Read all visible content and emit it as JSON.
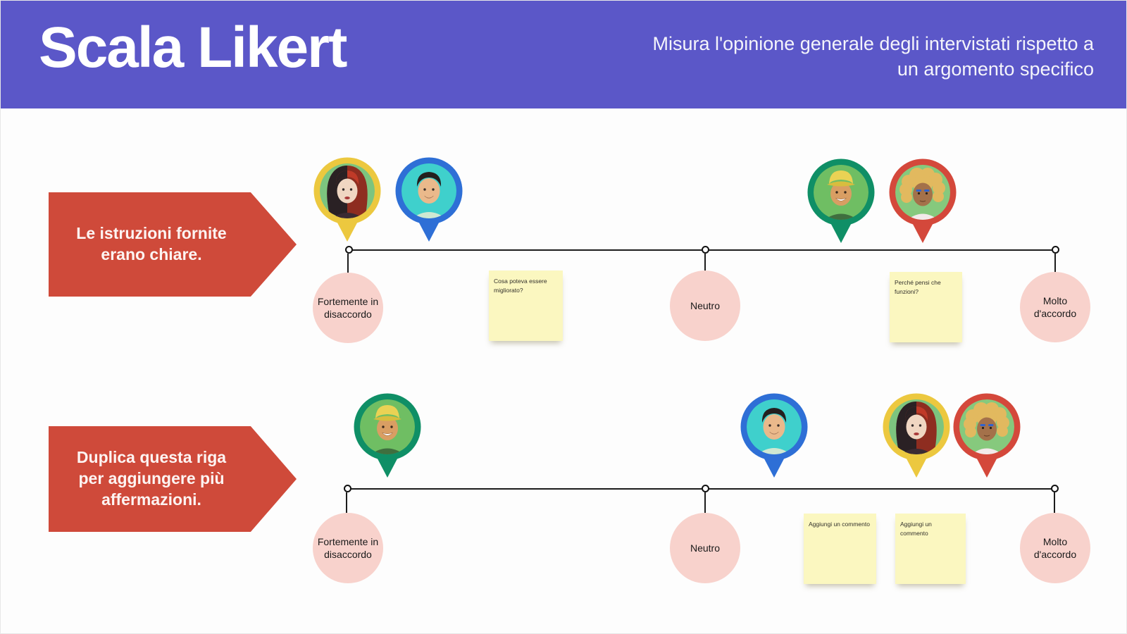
{
  "header": {
    "title": "Scala Likert",
    "subtitle": "Misura l'opinione generale degli intervistati rispetto a un argomento specifico"
  },
  "rows": [
    {
      "statement": "Le istruzioni fornite erano chiare.",
      "labels": {
        "left": "Fortemente in disaccordo",
        "middle": "Neutro",
        "right": "Molto d'accordo"
      },
      "notes": [
        "Cosa poteva essere migliorato?",
        "Perché pensi che funzioni?"
      ],
      "avatars": [
        {
          "pin_color": "#ecc83f",
          "face": "woman-red-black-hair",
          "position": "strongly-disagree"
        },
        {
          "pin_color": "#2e6fd6",
          "face": "person-short-dark-hair",
          "position": "strongly-disagree"
        },
        {
          "pin_color": "#0f8f66",
          "face": "man-yellow-cap",
          "position": "strongly-agree"
        },
        {
          "pin_color": "#d4483b",
          "face": "person-curly-blond-hair",
          "position": "strongly-agree"
        }
      ]
    },
    {
      "statement": "Duplica questa riga per aggiungere più affermazioni.",
      "labels": {
        "left": "Fortemente in disaccordo",
        "middle": "Neutro",
        "right": "Molto d'accordo"
      },
      "notes": [
        "Aggiungi un commento",
        "Aggiungi un commento"
      ],
      "avatars": [
        {
          "pin_color": "#0f8f66",
          "face": "man-yellow-cap",
          "position": "strongly-disagree"
        },
        {
          "pin_color": "#2e6fd6",
          "face": "person-short-dark-hair",
          "position": "neutral"
        },
        {
          "pin_color": "#ecc83f",
          "face": "woman-red-black-hair",
          "position": "strongly-agree"
        },
        {
          "pin_color": "#d4483b",
          "face": "person-curly-blond-hair",
          "position": "strongly-agree"
        }
      ]
    }
  ],
  "colors": {
    "header_bg": "#5b57c8",
    "arrow_red": "#cf4a3a",
    "scale_circle_pink": "#f8d2cc",
    "sticky_yellow": "#fbf7c0",
    "timeline": "#1c1c1c",
    "pin_yellow": "#ecc83f",
    "pin_blue": "#2e6fd6",
    "pin_green": "#0f8f66",
    "pin_red": "#d4483b"
  }
}
